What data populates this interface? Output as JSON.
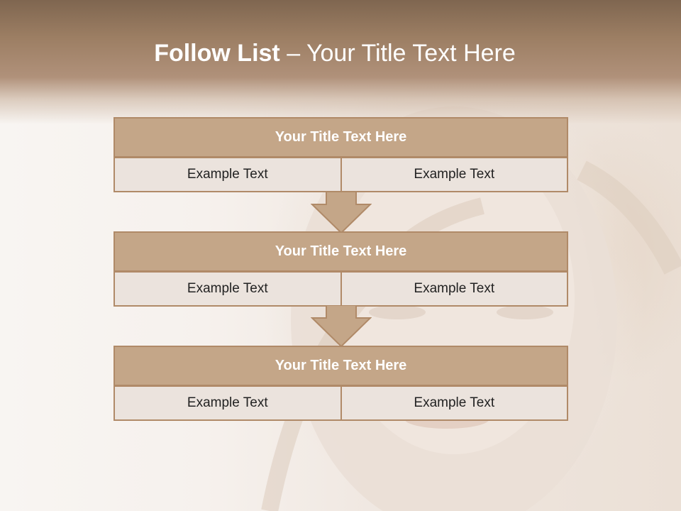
{
  "title": {
    "bold": "Follow List",
    "rest": "– Your Title Text Here"
  },
  "blocks": [
    {
      "title": "Your Title Text Here",
      "cells": [
        "Example Text",
        "Example Text"
      ]
    },
    {
      "title": "Your Title Text Here",
      "cells": [
        "Example Text",
        "Example Text"
      ]
    },
    {
      "title": "Your Title Text Here",
      "cells": [
        "Example Text",
        "Example Text"
      ]
    }
  ],
  "colors": {
    "header_band": "#9c7e63",
    "box_head": "#c4a688",
    "box_border": "#b08a68",
    "cell_bg": "#ebe3dd"
  },
  "icons": [
    "down-arrow-icon"
  ]
}
